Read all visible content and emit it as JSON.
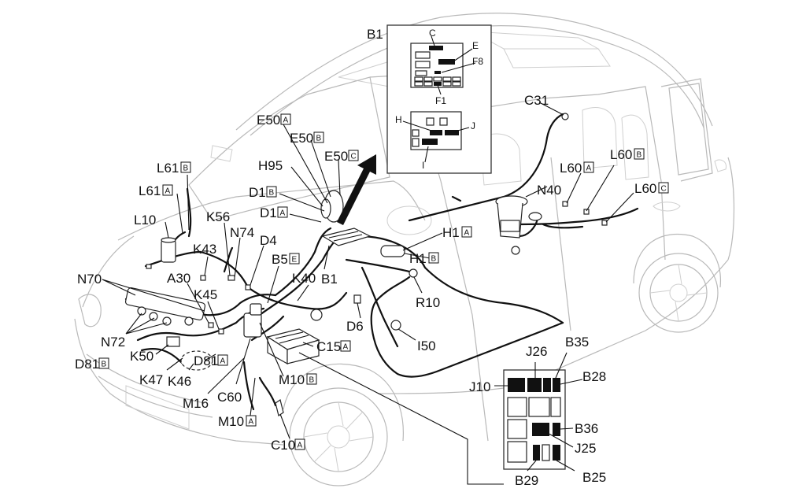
{
  "diagram": {
    "labels": {
      "B1_top": "B1",
      "C31": "C31",
      "E50A": "E50",
      "E50B": "E50",
      "E50C": "E50",
      "H95": "H95",
      "D1B": "D1",
      "D1A": "D1",
      "L61B": "L61",
      "L61A": "L61",
      "L10": "L10",
      "K56": "K56",
      "N74": "N74",
      "D4": "D4",
      "K43": "K43",
      "B5E": "B5",
      "N40": "N40",
      "L60A": "L60",
      "L60B": "L60",
      "L60C": "L60",
      "H1A": "H1",
      "H1B": "H1",
      "N70": "N70",
      "A30": "A30",
      "K45": "K45",
      "K40": "K40",
      "B1_mid": "B1",
      "R10": "R10",
      "D6": "D6",
      "I50": "I50",
      "N72": "N72",
      "K50": "K50",
      "D81B": "D81",
      "K47": "K47",
      "K46": "K46",
      "D81A": "D81",
      "C15A": "C15",
      "M16": "M16",
      "C60": "C60",
      "M10B": "M10",
      "M10A": "M10",
      "C10A": "C10",
      "J26": "J26",
      "B35": "B35",
      "J10": "J10",
      "B28": "B28",
      "B36": "B36",
      "J25": "J25",
      "B29": "B29",
      "B25": "B25"
    },
    "suffixes": {
      "A": "A",
      "B": "B",
      "C": "C",
      "E": "E"
    },
    "fusebox_top": {
      "C": "C",
      "E": "E",
      "F8": "F8",
      "F1": "F1"
    },
    "fusebox_bottom": {
      "H": "H",
      "J": "J",
      "I": "I"
    }
  }
}
